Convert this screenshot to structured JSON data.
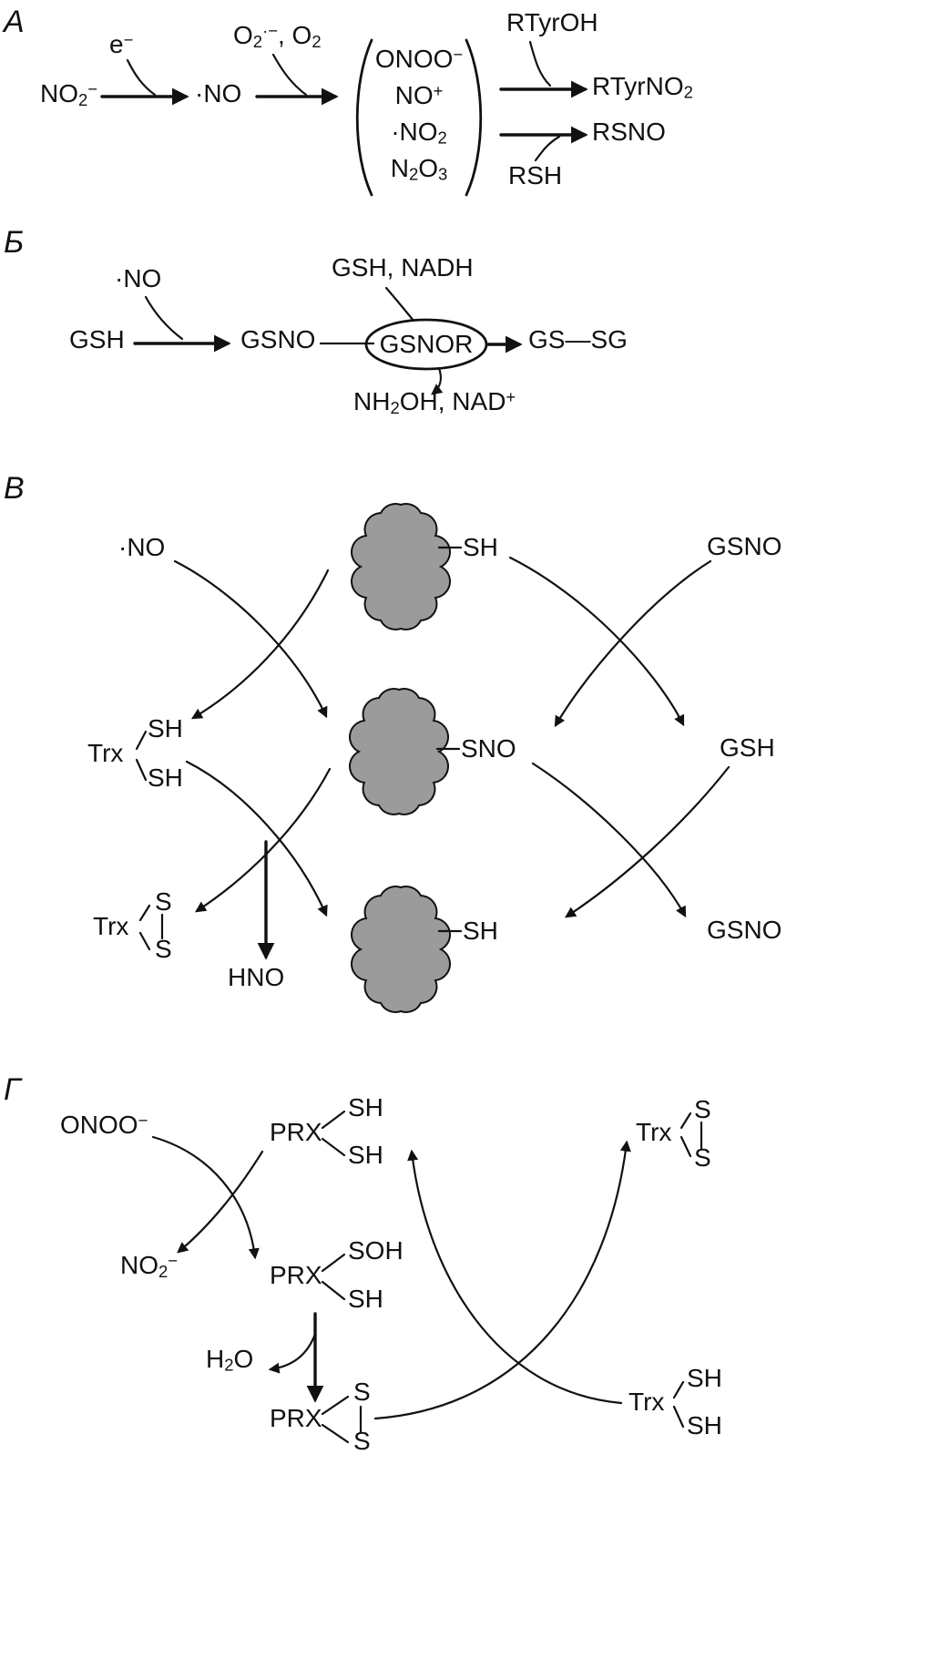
{
  "colors": {
    "ink": "#111111",
    "cloud_fill": "#9b9b9b",
    "background": "#ffffff"
  },
  "panel_a": {
    "label": "А",
    "electron": "e<sup>−</sup>",
    "nitrite": "NO<sub>2</sub><sup>−</sup>",
    "no_radical": "·NO",
    "oxidants": "O<sub>2</sub><sup>·−</sup>, O<sub>2</sub>",
    "bracket": {
      "onoo": "ONOO<sup>−</sup>",
      "no_plus": "NO<sup>+</sup>",
      "no2_radical": "·NO<sub>2</sub>",
      "n2o3": "N<sub>2</sub>O<sub>3</sub>"
    },
    "rtyroh": "RTyrOH",
    "rtyrno2": "RTyrNO<sub>2</sub>",
    "rsno": "RSNO",
    "rsh": "RSH"
  },
  "panel_b": {
    "label": "Б",
    "no_radical": "·NO",
    "gsh": "GSH",
    "gsno": "GSNO",
    "enzyme": "GSNOR",
    "cofactors_in": "GSH, NADH",
    "products_out": "NH<sub>2</sub>OH, NAD<sup>+</sup>",
    "gssg": "GS—SG"
  },
  "panel_v": {
    "label": "В",
    "no_radical": "·NO",
    "protein_sh_top": "SH",
    "gsno_top": "GSNO",
    "trx_reduced": {
      "name": "Trx",
      "sh_top": "SH",
      "sh_bottom": "SH"
    },
    "protein_sno": "SNO",
    "gsh": "GSH",
    "trx_oxidized": {
      "name": "Trx",
      "s_top": "S",
      "s_bottom": "S"
    },
    "hno": "HNO",
    "protein_sh_bottom": "SH",
    "gsno_bottom": "GSNO"
  },
  "panel_g": {
    "label": "Г",
    "onoo": "ONOO<sup>−</sup>",
    "no2": "NO<sub>2</sub><sup>−</sup>",
    "prx_reduced": {
      "name": "PRX",
      "sh_top": "SH",
      "sh_bottom": "SH"
    },
    "prx_soh": {
      "name": "PRX",
      "soh": "SOH",
      "sh": "SH"
    },
    "prx_oxidized": {
      "name": "PRX",
      "s_top": "S",
      "s_bottom": "S"
    },
    "h2o": "H<sub>2</sub>O",
    "trx_oxidized": {
      "name": "Trx",
      "s_top": "S",
      "s_bottom": "S"
    },
    "trx_reduced": {
      "name": "Trx",
      "sh_top": "SH",
      "sh_bottom": "SH"
    }
  }
}
